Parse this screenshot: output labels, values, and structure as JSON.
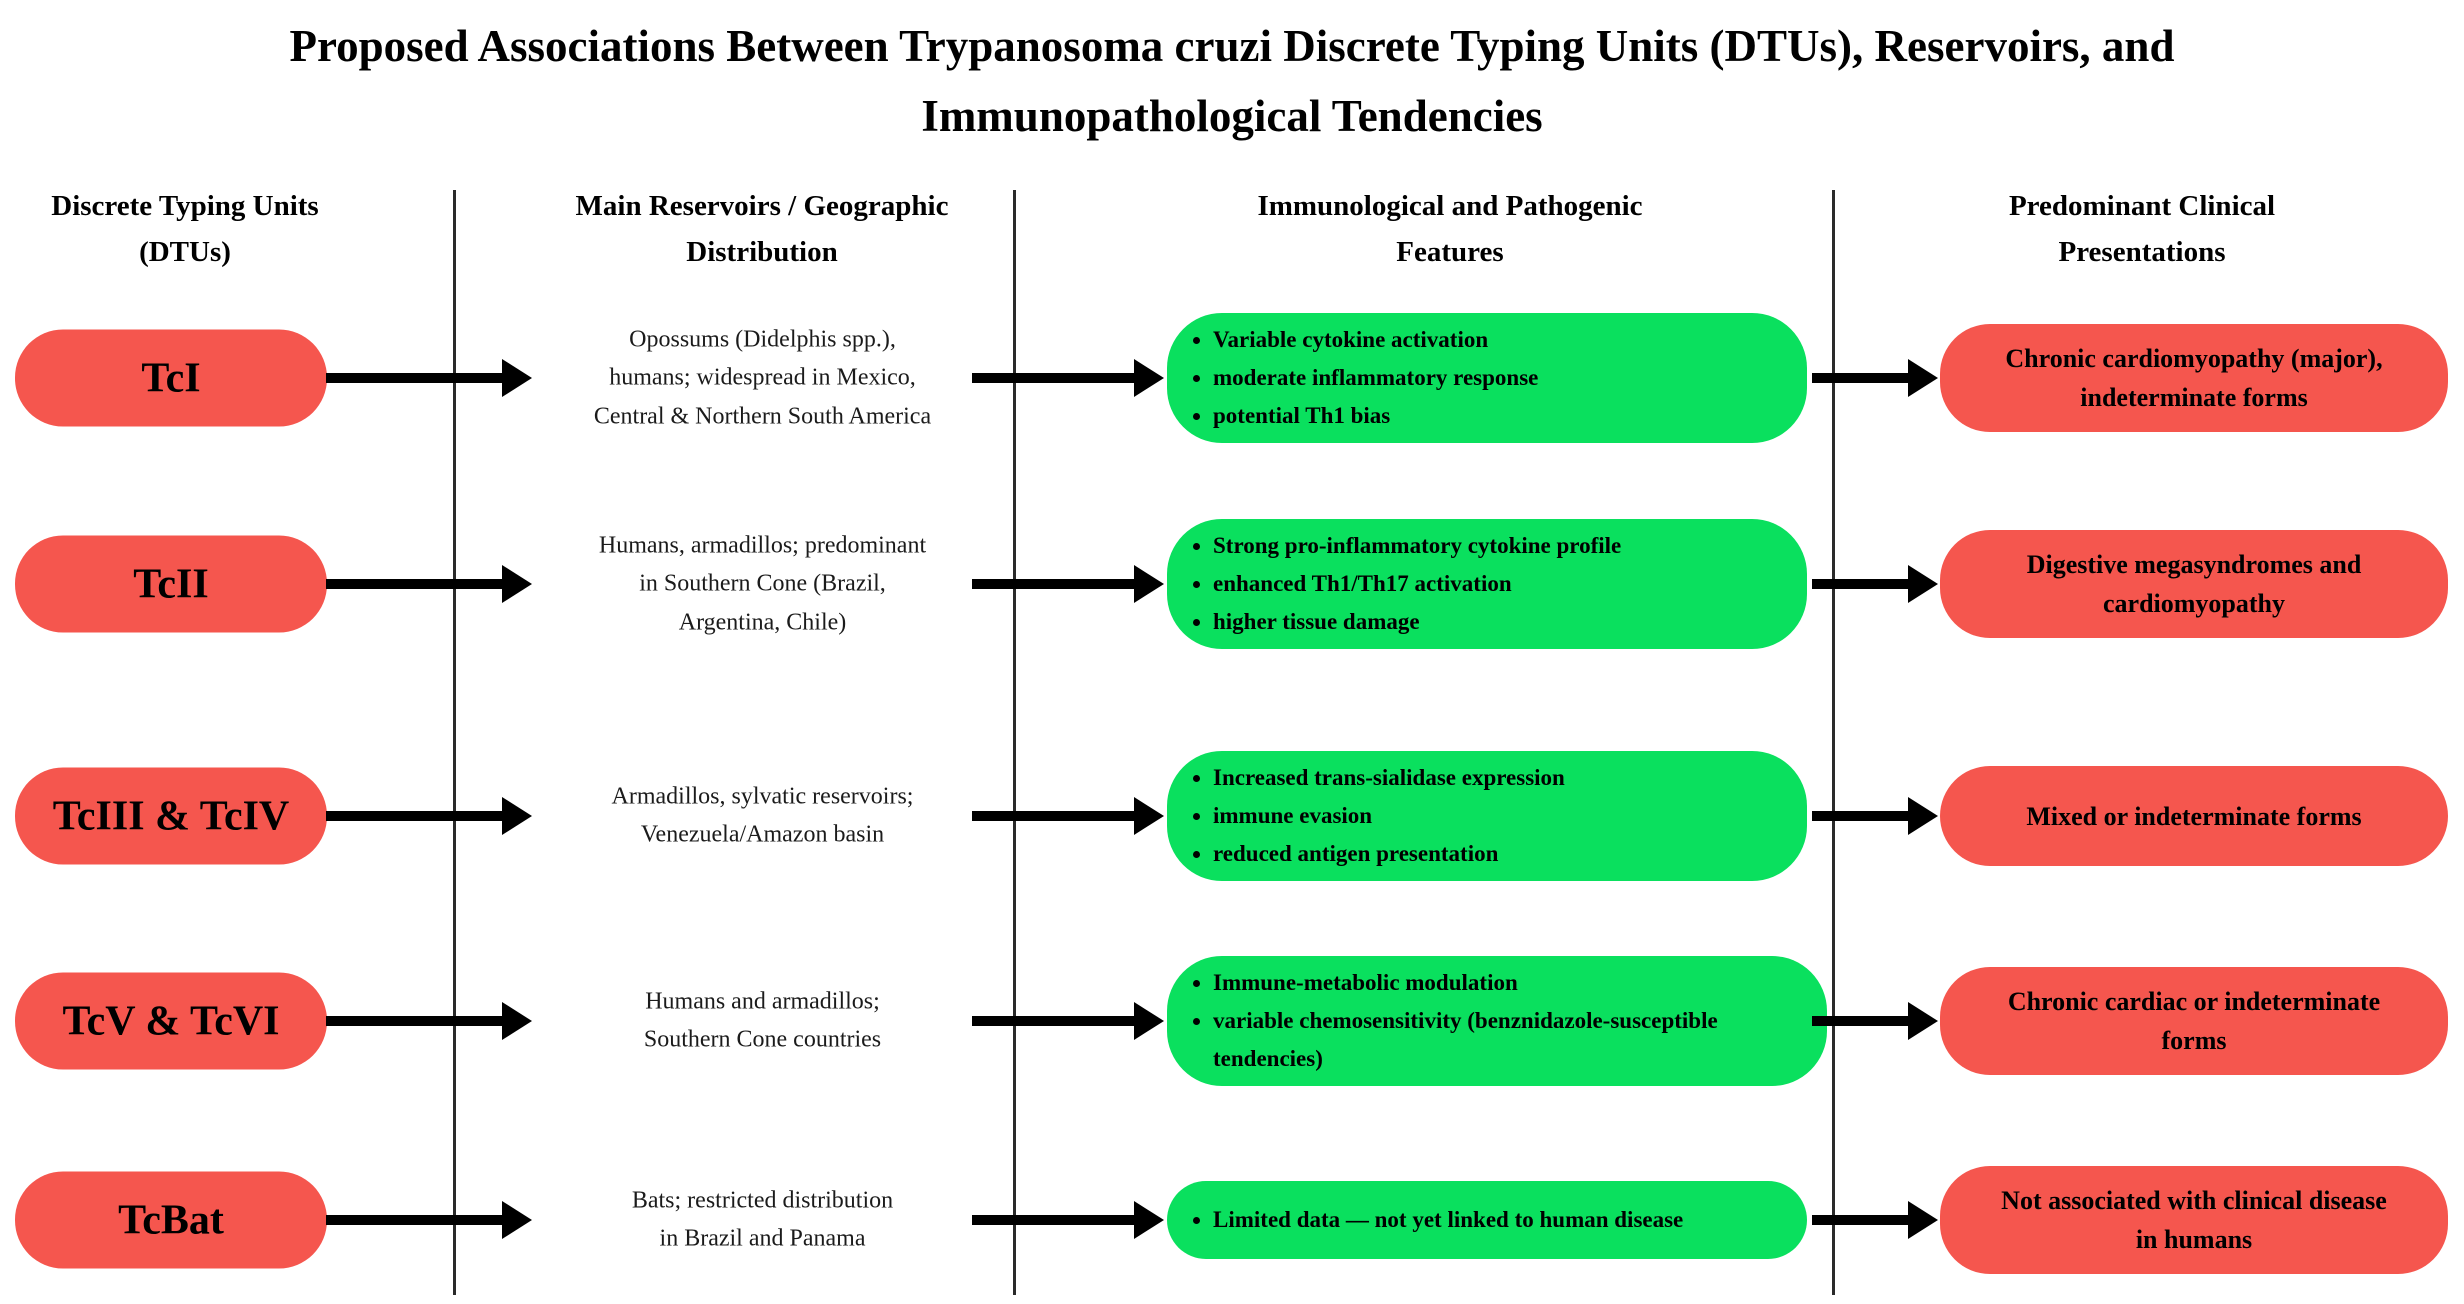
{
  "title": {
    "lines": [
      "Proposed Associations Between Trypanosoma cruzi Discrete Typing Units (DTUs), Reservoirs, and",
      "Immunopathological Tendencies"
    ]
  },
  "columns": [
    {
      "title_lines": [
        "Discrete Typing Units",
        "(DTUs)"
      ]
    },
    {
      "title_lines": [
        "Main Reservoirs / Geographic",
        "Distribution"
      ]
    },
    {
      "title_lines": [
        "Immunological and Pathogenic",
        "Features"
      ]
    },
    {
      "title_lines": [
        "Predominant Clinical",
        "Presentations"
      ]
    }
  ],
  "rows": [
    {
      "dtu": "TcI",
      "reservoir_lines": [
        "Opossums (Didelphis spp.),",
        "humans; widespread in Mexico,",
        "Central & Northern South America"
      ],
      "features": [
        "Variable cytokine activation",
        "moderate inflammatory response",
        "potential Th1 bias"
      ],
      "presentation_lines": [
        "Chronic cardiomyopathy (major),",
        "indeterminate forms"
      ]
    },
    {
      "dtu": "TcII",
      "reservoir_lines": [
        "Humans, armadillos; predominant",
        "in Southern Cone (Brazil,",
        "Argentina, Chile)"
      ],
      "features": [
        "Strong pro-inflammatory cytokine profile",
        "enhanced Th1/Th17 activation",
        "higher tissue damage"
      ],
      "presentation_lines": [
        "Digestive megasyndromes and",
        "cardiomyopathy"
      ]
    },
    {
      "dtu": "TcIII & TcIV",
      "reservoir_lines": [
        "Armadillos, sylvatic reservoirs;",
        "Venezuela/Amazon basin"
      ],
      "features": [
        "Increased trans-sialidase expression",
        "immune evasion",
        "reduced antigen presentation"
      ],
      "presentation_lines": [
        "Mixed or indeterminate forms"
      ]
    },
    {
      "dtu": "TcV & TcVI",
      "reservoir_lines": [
        "Humans and armadillos;",
        "Southern Cone countries"
      ],
      "features": [
        "Immune-metabolic modulation",
        "variable chemosensitivity (benznidazole-susceptible tendencies)"
      ],
      "presentation_lines": [
        "Chronic cardiac or indeterminate",
        "forms"
      ]
    },
    {
      "dtu": "TcBat",
      "reservoir_lines": [
        "Bats; restricted distribution",
        "in Brazil and Panama"
      ],
      "features": [
        "Limited data — not yet linked to human disease"
      ],
      "presentation_lines": [
        "Not associated with clinical disease",
        "in humans"
      ]
    }
  ],
  "colors": {
    "dtu_fill": "#f5564e",
    "features_fill": "#0ae05e",
    "presentation_fill": "#f5564e",
    "arrow": "#000000"
  }
}
